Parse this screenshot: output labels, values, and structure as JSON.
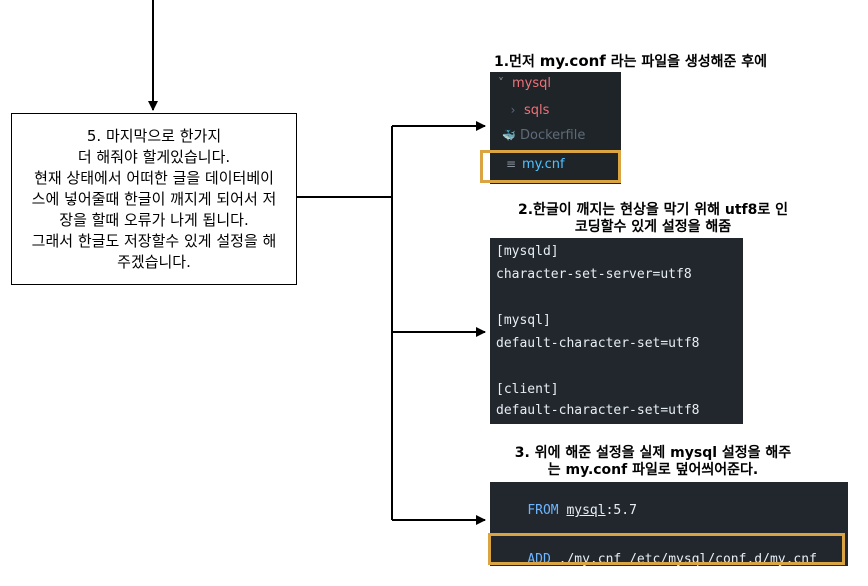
{
  "step5_box": {
    "text": "5. 마지막으로 한가지\n더 해줘야 할게있습니다.\n현재 상태에서 어떠한 글을 데이터베이\n스에 넣어줄때 한글이 깨지게 되어서 저\n장을 할때 오류가 나게 됩니다.\n그래서 한글도 저장할수 있게 설정을 해\n주겠습니다."
  },
  "step1": {
    "caption_prefix": "1.먼저 ",
    "caption_file": "my.conf",
    "caption_suffix": " 라는 파일을 생성해준 후에",
    "explorer": {
      "items": [
        {
          "icon": "˅",
          "label": "mysql",
          "color": "#f07178"
        },
        {
          "icon": "›",
          "label": "sqls",
          "color": "#f07178"
        },
        {
          "icon": "🐳",
          "label": "Dockerfile",
          "color": "#5f6b78"
        },
        {
          "icon": "≡",
          "label": "my.cnf",
          "color": "#4fc1ff"
        }
      ]
    }
  },
  "step2": {
    "caption_line1_prefix": "2.한글이 깨지는 현상을 막기 위해 ",
    "caption_line1_bold": "utf8",
    "caption_line1_suffix": "로 인",
    "caption_line2": "코딩할수 있게 설정을 해줌",
    "code_lines": [
      "[mysqld]",
      "character-set-server=utf8",
      "",
      "[mysql]",
      "default-character-set=utf8",
      "",
      "[client]",
      "default-character-set=utf8"
    ]
  },
  "step3": {
    "caption_line1_prefix": "3. 위에 해준 설정을 실제 ",
    "caption_line1_bold": "mysql",
    "caption_line1_suffix": " 설정을 해주",
    "caption_line2_prefix": "는 ",
    "caption_line2_bold": "my.conf",
    "caption_line2_suffix": " 파일로 덮어씌어준다.",
    "code": {
      "line1_kw": "FROM",
      "line1_img": "mysql",
      "line1_tag": ":5.7",
      "line2_kw": "ADD",
      "line2_rest": " ./my.cnf /etc/mysql/conf.d/my.cnf"
    }
  },
  "colors": {
    "highlight": "#d9a441",
    "panel_bg": "#1f2428",
    "code_bg": "#22272e",
    "keyword": "#6cb6ff"
  }
}
